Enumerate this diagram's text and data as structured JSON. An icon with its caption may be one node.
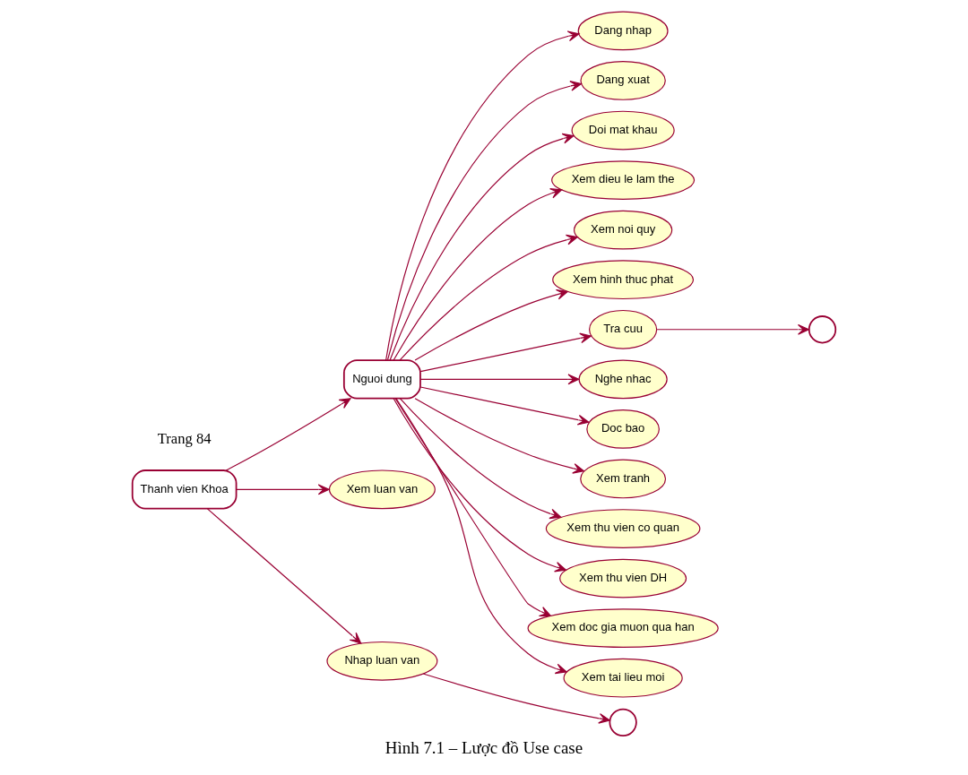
{
  "diagram": {
    "caption": "Hình 7.1 – Lược đồ Use case",
    "nodes": [
      {
        "text": [
          "Nguoi dung"
        ]
      },
      {
        "text": [
          "Dang nhap"
        ]
      },
      {
        "text": [
          "Dang xuat"
        ]
      },
      {
        "text": [
          "Doi mat khau"
        ]
      },
      {
        "text": [
          "Xem dieu le lam the"
        ]
      },
      {
        "text": [
          "Xem noi quy"
        ]
      },
      {
        "text": [
          "Xem hinh thuc phat"
        ]
      },
      {
        "text": [
          "Tra cuu"
        ]
      },
      {
        "text": [
          "Nghe nhac"
        ]
      },
      {
        "text": [
          "Doc bao"
        ]
      },
      {
        "text": [
          "Xem tranh"
        ]
      },
      {
        "text": [
          "Xem thu vien co quan"
        ]
      },
      {
        "text": [
          "Xem thu vien DH"
        ]
      },
      {
        "text": [
          "Xem doc gia muon qua han"
        ]
      },
      {
        "text": [
          "Xem tai lieu moi"
        ]
      },
      {
        "text": [
          "Thanh vien Khoa"
        ]
      },
      {
        "text": [
          "Xem luan van"
        ]
      },
      {
        "text": [
          "Nhap luan van"
        ]
      },
      {
        "text": [],
        "shape": "person"
      },
      {
        "text": [],
        "shape": "person"
      }
    ],
    "edges": [
      {
        "from": 0,
        "to": 1,
        "arrow": "to"
      },
      {
        "from": 0,
        "to": 2,
        "arrow": "to"
      },
      {
        "from": 0,
        "to": 3,
        "arrow": "to"
      },
      {
        "from": 0,
        "to": 4,
        "arrow": "to"
      },
      {
        "from": 0,
        "to": 5,
        "arrow": "to"
      },
      {
        "from": 0,
        "to": 6,
        "arrow": "to"
      },
      {
        "from": 0,
        "to": 7,
        "arrow": "to"
      },
      {
        "from": 0,
        "to": 8,
        "arrow": "to"
      },
      {
        "from": 0,
        "to": 9,
        "arrow": "to"
      },
      {
        "from": 0,
        "to": 10,
        "arrow": "to"
      },
      {
        "from": 0,
        "to": 11,
        "arrow": "to"
      },
      {
        "from": 0,
        "to": 12,
        "arrow": "to"
      },
      {
        "from": 0,
        "to": 13,
        "arrow": "to"
      },
      {
        "from": 0,
        "to": 14,
        "arrow": "to"
      },
      {
        "from": 15,
        "to": 0,
        "arrow": "to"
      },
      {
        "from": 15,
        "to": 16,
        "arrow": "to"
      },
      {
        "from": 15,
        "to": 17,
        "arrow": "to"
      },
      {
        "from": 17,
        "to": 18,
        "arrow": "to"
      },
      {
        "from": 7,
        "to": 19,
        "arrow": "to"
      }
    ],
    "labels": [
      "Trang 84"
    ]
  }
}
